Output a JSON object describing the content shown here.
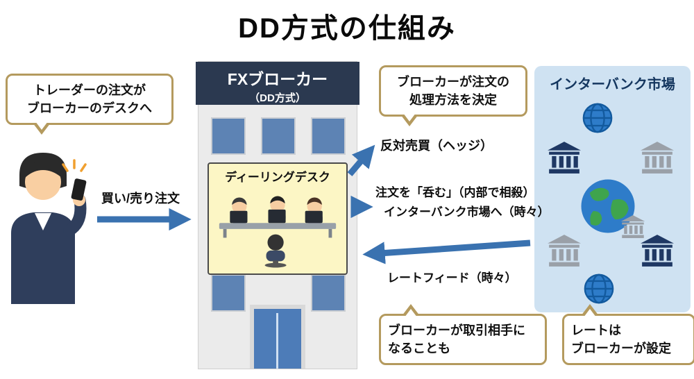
{
  "title": "DD方式の仕組み",
  "trader": {
    "callout": {
      "line1": "トレーダーの注文が",
      "line2": "ブローカーのデスクへ"
    },
    "order_label": "買い/売り注文"
  },
  "building": {
    "name": "FXブローカー",
    "mode": "（DD方式）",
    "desk_label": "ディーリングデスク"
  },
  "decision_callout": {
    "line1": "ブローカーが注文の",
    "line2": "処理方法を決定"
  },
  "flows": {
    "hedge": "反対売買（ヘッジ）",
    "internalize": "注文を「呑む」（内部で相殺）",
    "to_interbank": "インターバンク市場へ（時々）",
    "rate_feed": "レートフィード（時々）"
  },
  "interbank": {
    "title": "インターバンク市場"
  },
  "counterparty_callout": {
    "line1": "ブローカーが取引相手に",
    "line2": "なることも"
  },
  "rate_callout": {
    "line1": "レートは",
    "line2": "ブローカーが設定"
  },
  "colors": {
    "arrow_blue": "#3a72b0",
    "callout_border": "#b49a5e",
    "building_header": "#2b3950",
    "window_blue": "#5d83b4",
    "desk_box_bg": "#fcf6c5",
    "interbank_panel_bg": "#cfe2f2",
    "interbank_title": "#14365f",
    "bank_navy": "#1f3864",
    "bank_gray": "#9aa0a8"
  }
}
